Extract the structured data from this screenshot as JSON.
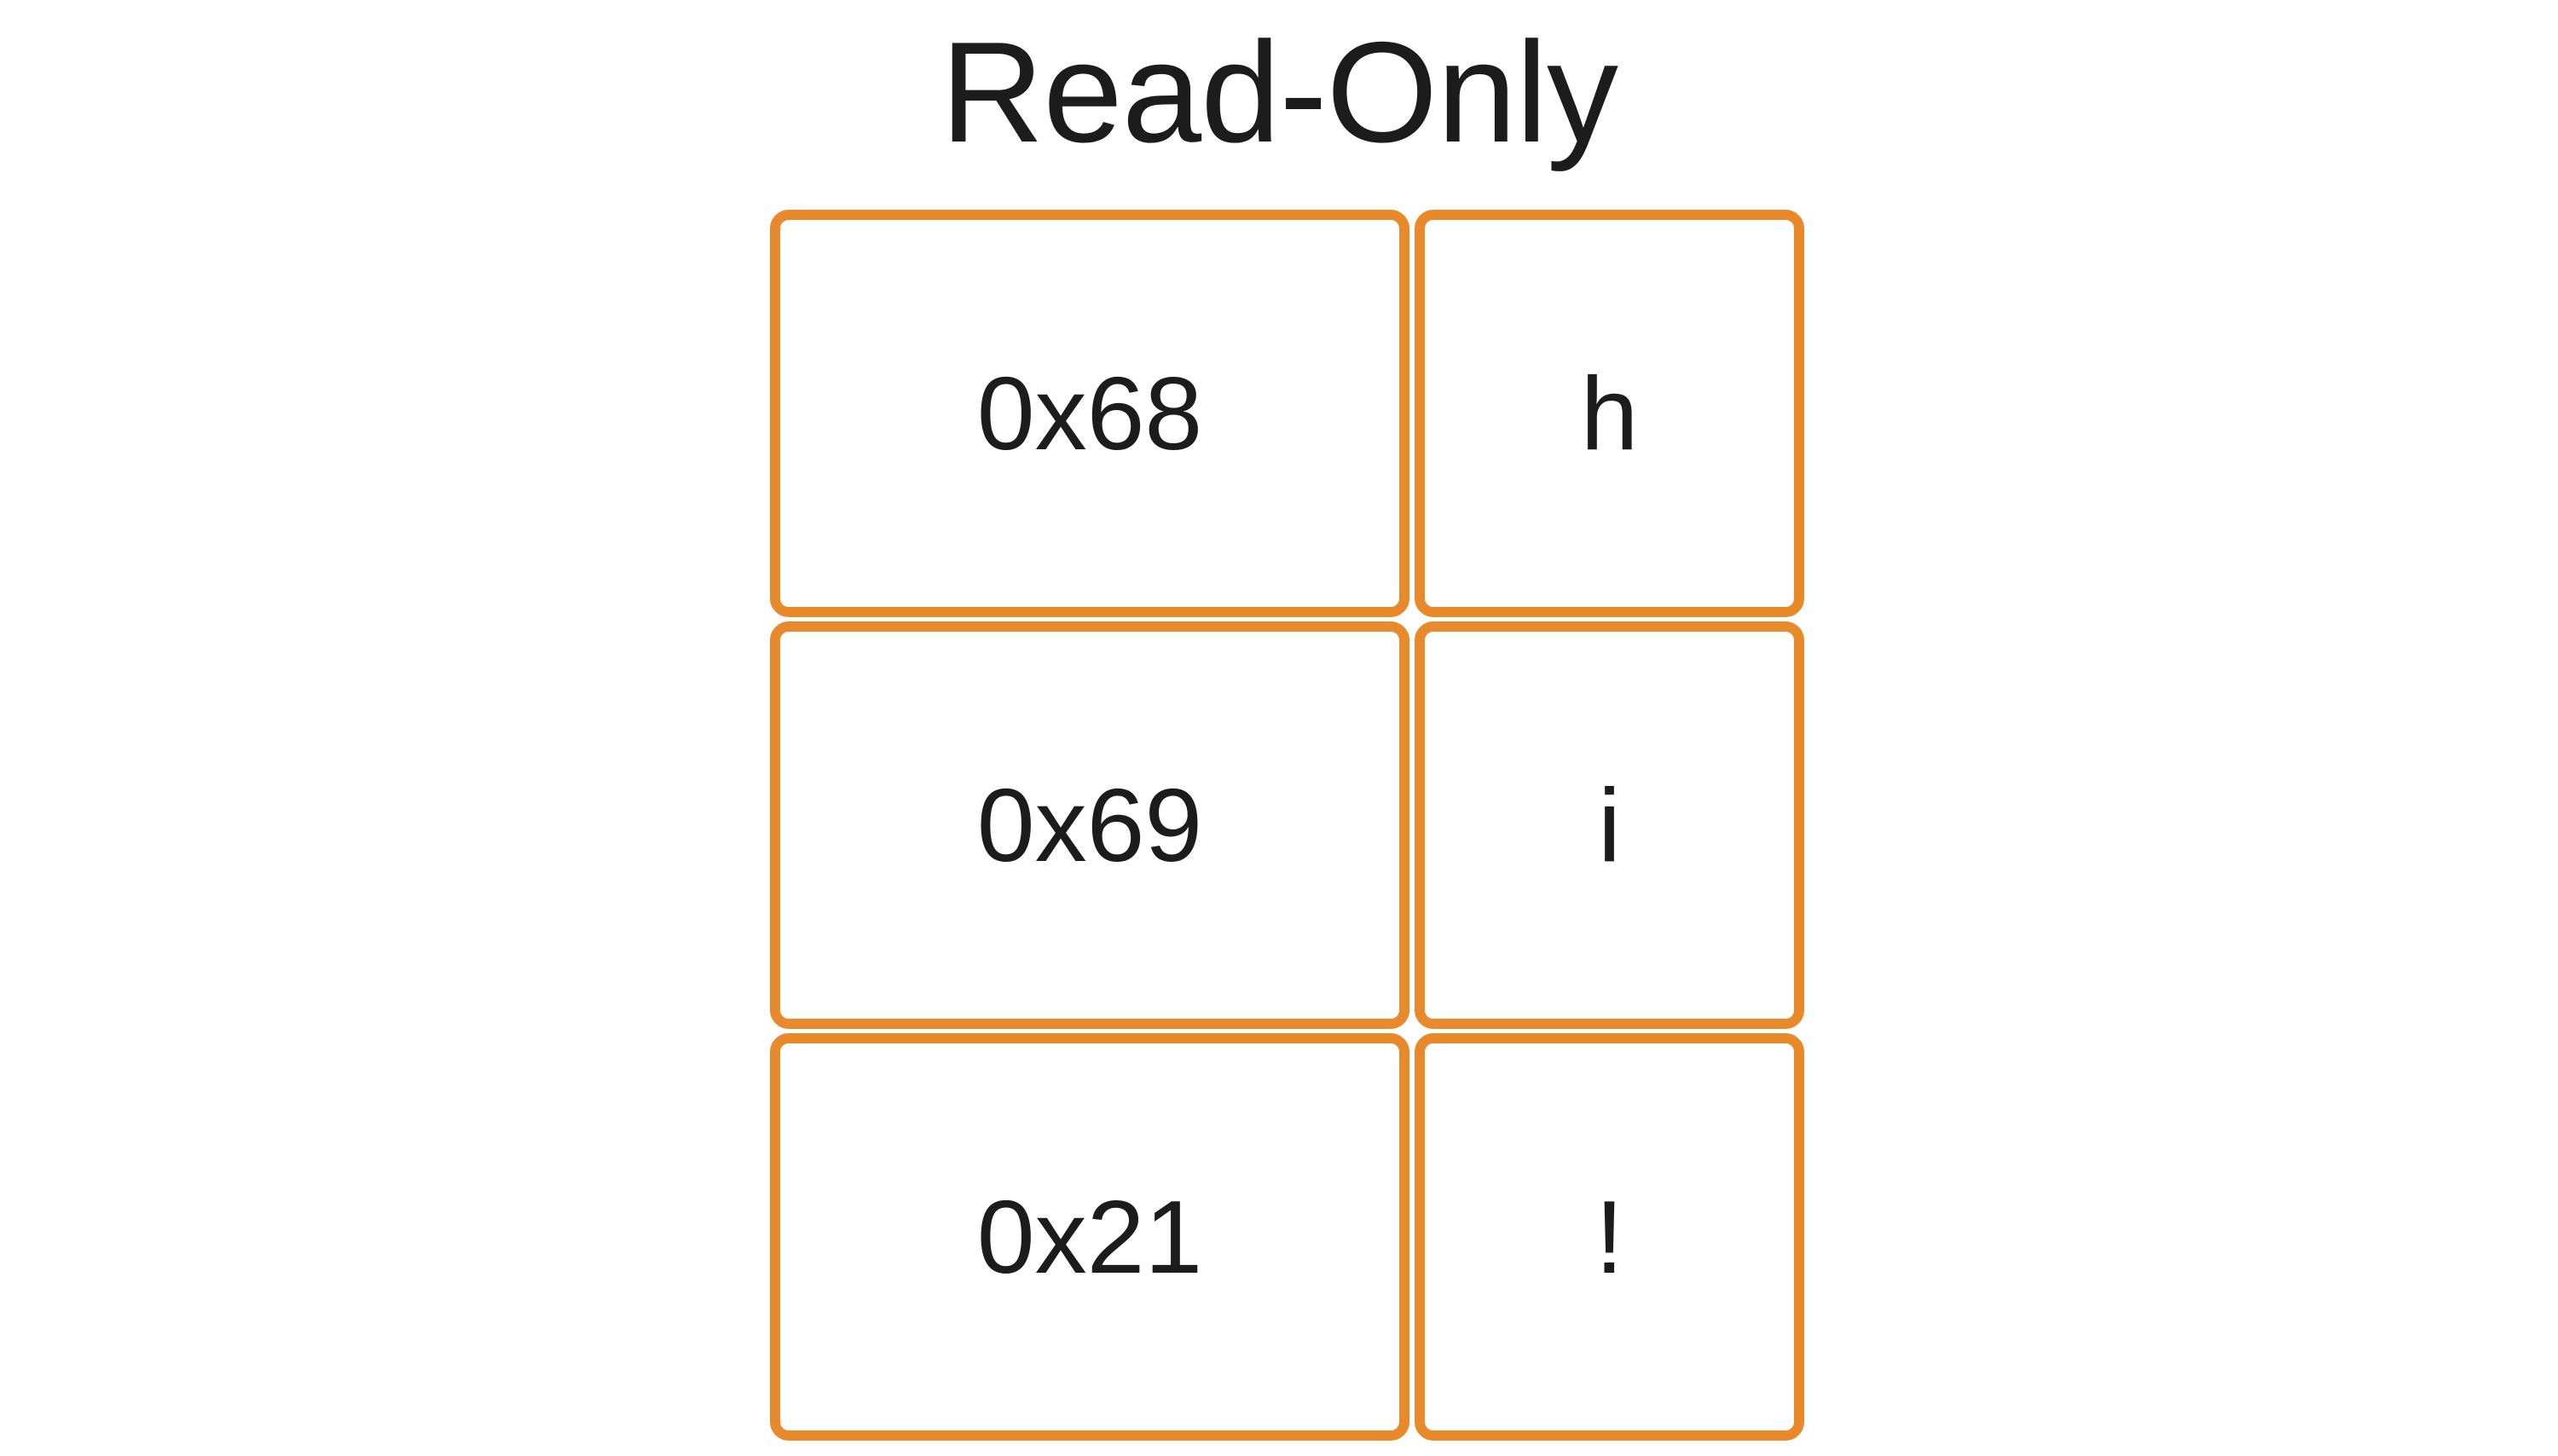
{
  "title": "Read-Only",
  "colors": {
    "accent": "#e8892b",
    "text": "#1c1c1c",
    "background": "#ffffff"
  },
  "rows": [
    {
      "hex": "0x68",
      "char": "h"
    },
    {
      "hex": "0x69",
      "char": "i"
    },
    {
      "hex": "0x21",
      "char": "!"
    }
  ]
}
